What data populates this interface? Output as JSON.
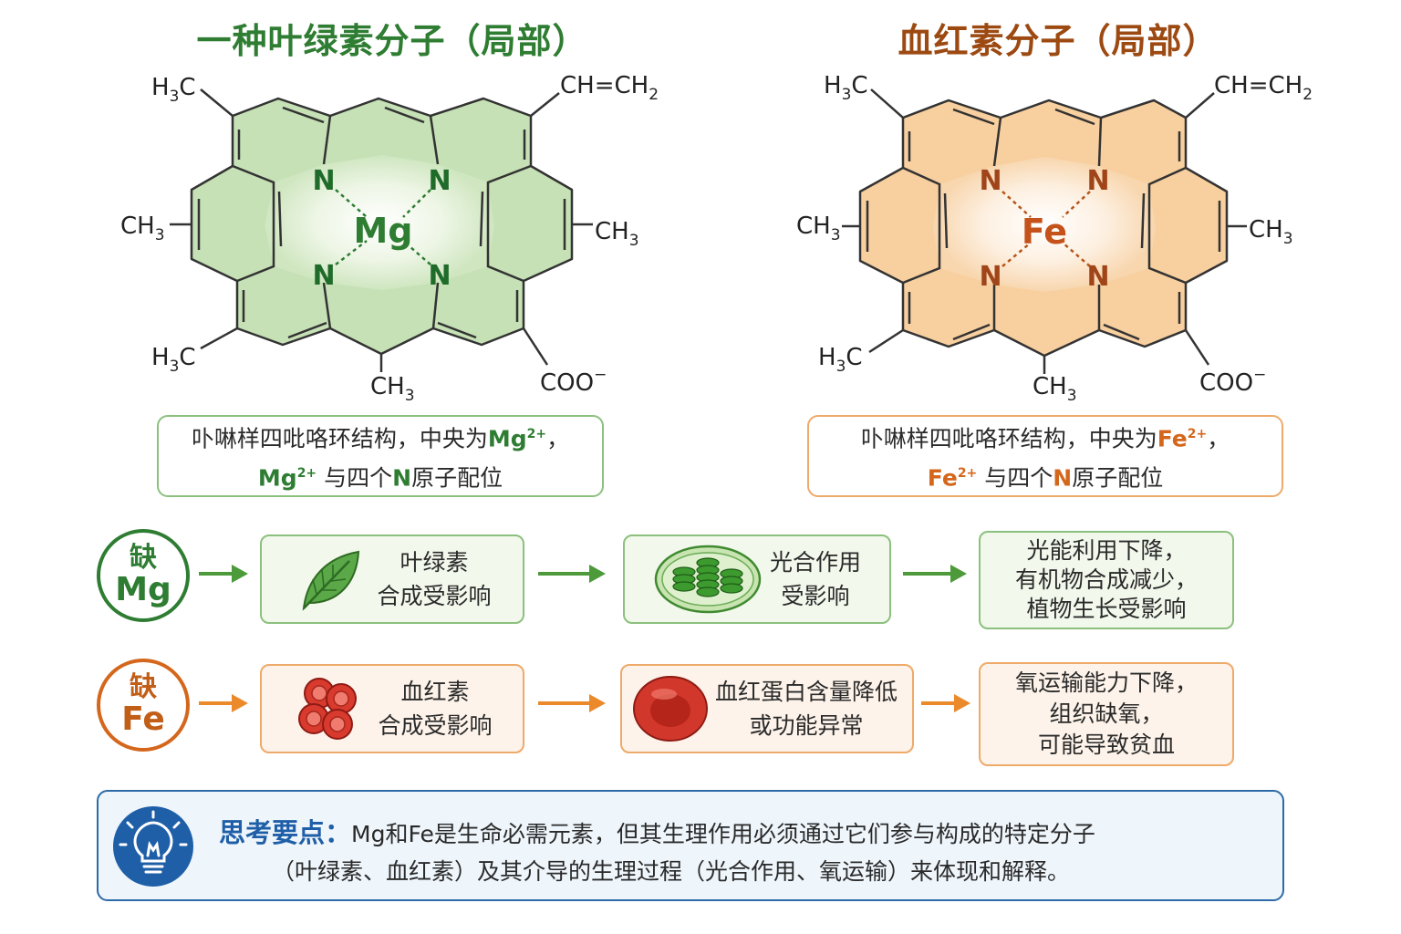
{
  "titles": {
    "chlorophyll": "一种叶绿素分子（局部）",
    "hemoglobin": "血红素分子（局部）"
  },
  "molecule": {
    "metal_chlorophyll": "Mg",
    "metal_heme": "Fe",
    "nitrogen": "N",
    "h3c": "H",
    "ch3": "CH",
    "vinyl": "CH=CH",
    "carboxylate": "COO",
    "subscript_3": "3",
    "subscript_2": "2",
    "minus": "−"
  },
  "captions": {
    "chlorophyll": {
      "line1_text": "卟啉样四吡咯环结构，中央为",
      "line1_ion": "Mg",
      "line1_charge": "2+",
      "line1_end": "，",
      "line2_ion": "Mg",
      "line2_charge": "2+",
      "line2_a": " 与四个",
      "line2_n": "N",
      "line2_b": "原子配位"
    },
    "heme": {
      "line1_text": "卟啉样四吡咯环结构，中央为",
      "line1_ion": "Fe",
      "line1_charge": "2+",
      "line1_end": "，",
      "line2_ion": "Fe",
      "line2_charge": "2+",
      "line2_a": " 与四个",
      "line2_n": "N",
      "line2_b": "原子配位"
    }
  },
  "flows": {
    "mg": {
      "circle_top": "缺",
      "circle_bottom": "Mg",
      "steps": [
        {
          "icon": "leaf-icon",
          "lines": [
            "叶绿素",
            "合成受影响"
          ]
        },
        {
          "icon": "chloroplast-icon",
          "lines": [
            "光合作用",
            "受影响"
          ]
        },
        {
          "icon": "",
          "lines": [
            "光能利用下降，",
            "有机物合成减少，",
            "植物生长受影响"
          ]
        }
      ]
    },
    "fe": {
      "circle_top": "缺",
      "circle_bottom": "Fe",
      "steps": [
        {
          "icon": "red-blood-cells-icon",
          "lines": [
            "血红素",
            "合成受影响"
          ]
        },
        {
          "icon": "red-blood-cell-icon",
          "lines": [
            "血红蛋白含量降低",
            "或功能异常"
          ]
        },
        {
          "icon": "",
          "lines": [
            "氧运输能力下降，",
            "组织缺氧，",
            "可能导致贫血"
          ]
        }
      ]
    }
  },
  "tip": {
    "icon": "lightbulb-icon",
    "label": "思考要点：",
    "line1": "Mg和Fe是生命必需元素，但其生理作用必须通过它们参与构成的特定分子",
    "line2": "（叶绿素、血红素）及其介导的生理过程（光合作用、氧运输）来体现和解释。"
  },
  "colors": {
    "green_text": "#2e7d32",
    "green_fill": "#c5e1b5",
    "green_border": "#8cc07e",
    "orange_text": "#d4671c",
    "orange_fill": "#f8cf9f",
    "orange_border": "#eeaa6a",
    "brown_title": "#9c4a12",
    "blue_tip": "#1f5fa8"
  }
}
